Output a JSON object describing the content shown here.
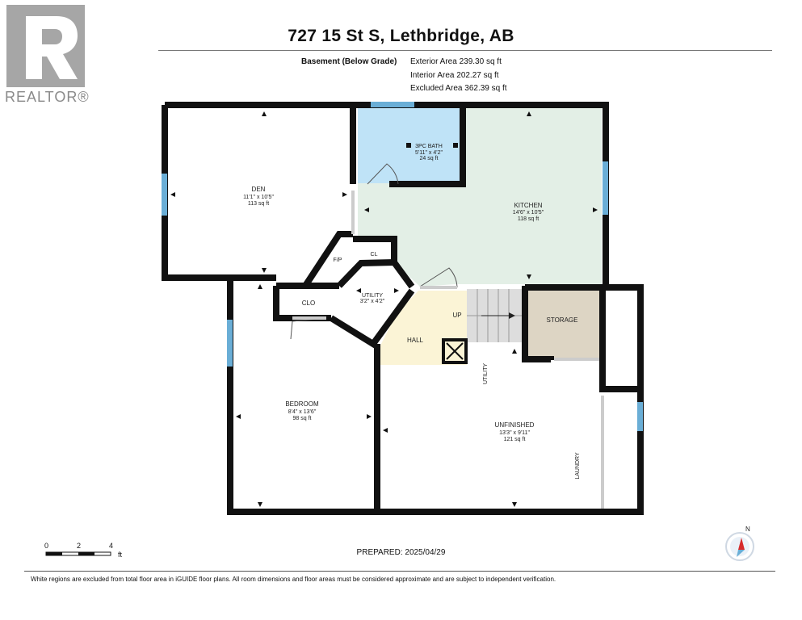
{
  "title": "727 15 St S, Lethbridge, AB",
  "level_label": "Basement (Below Grade)",
  "areas": {
    "exterior": "Exterior Area 239.30 sq ft",
    "interior": "Interior Area 202.27 sq ft",
    "excluded": "Excluded Area 362.39 sq ft"
  },
  "logo": {
    "text": "REALTOR®"
  },
  "rooms": {
    "den": {
      "name": "DEN",
      "dims": "11'1\" x 10'5\"",
      "area": "113 sq ft"
    },
    "bath": {
      "name": "3PC BATH",
      "dims": "5'11\" x 4'2\"",
      "area": "24 sq ft"
    },
    "kitchen": {
      "name": "KITCHEN",
      "dims": "14'6\" x 10'5\"",
      "area": "118 sq ft"
    },
    "fp": {
      "name": "F/P"
    },
    "cl": {
      "name": "CL"
    },
    "clo": {
      "name": "CLO"
    },
    "utility_small": {
      "name": "UTILITY",
      "dims": "3'2\" x 4'2\""
    },
    "up": {
      "name": "UP"
    },
    "hall": {
      "name": "HALL"
    },
    "storage": {
      "name": "STORAGE"
    },
    "utility_label": {
      "name": "UTILITY"
    },
    "bedroom": {
      "name": "BEDROOM",
      "dims": "8'4\" x 13'6\"",
      "area": "98 sq ft"
    },
    "unfinished": {
      "name": "UNFINISHED",
      "dims": "13'3\" x 9'11\"",
      "area": "121 sq ft"
    },
    "laundry": {
      "name": "LAUNDRY"
    }
  },
  "scale": {
    "ticks": [
      "0",
      "2",
      "4"
    ],
    "unit": "ft"
  },
  "compass": {
    "label": "N"
  },
  "prepared": "PREPARED: 2025/04/29",
  "disclaimer": "White regions are excluded from total floor area in iGUIDE floor plans. All room dimensions and floor areas must be considered approximate and are subject to independent verification.",
  "colors": {
    "wall": "#111111",
    "bath_fill": "#bfe3f7",
    "kitchen_fill": "#e3efe6",
    "hall_fill": "#fbf4d6",
    "storage_fill": "#ddd5c4",
    "stairs_fill": "#dddddd",
    "window": "#6aaed6",
    "compass_red": "#d62b2b"
  }
}
